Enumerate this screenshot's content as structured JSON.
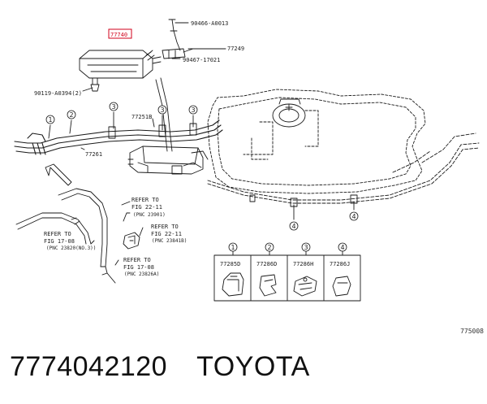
{
  "labels": {
    "highlight_part": "77740",
    "p_90466": "90466-A0013",
    "p_77249": "77249",
    "p_90467": "90467-17021",
    "p_90119": "90119-A0394(2)",
    "p_77251B": "77251B",
    "p_77261": "77261",
    "refer1_a": "REFER TO",
    "refer1_b": "FIG 22-11",
    "refer1_c": "(PNC 23901)",
    "refer2_a": "REFER TO",
    "refer2_b": "FIG 22-11",
    "refer2_c": "(PNC 23841B)",
    "refer3_a": "REFER TO",
    "refer3_b": "FIG 17-08",
    "refer3_c": "(PNC 23820(NO.3))",
    "refer4_a": "REFER TO",
    "refer4_b": "FIG 17-08",
    "refer4_c": "(PNC 23826A)"
  },
  "callouts": {
    "c1": "1",
    "c2": "2",
    "c3": "3",
    "c4": "4"
  },
  "clips": [
    {
      "num": "1",
      "part": "77285D"
    },
    {
      "num": "2",
      "part": "77286D"
    },
    {
      "num": "3",
      "part": "77286H"
    },
    {
      "num": "4",
      "part": "77286J"
    }
  ],
  "figure_id": "775008",
  "caption": {
    "part_number": "7774042120",
    "brand": "TOYOTA"
  },
  "colors": {
    "highlight": "#d0021b",
    "line": "#1a1a1a"
  }
}
